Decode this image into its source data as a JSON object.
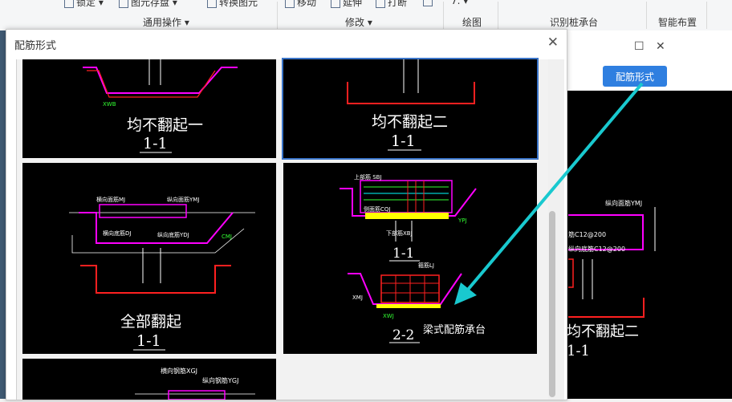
{
  "ribbon": {
    "items": [
      "锁定",
      "图元存盘",
      "转换图元",
      "移动",
      "延伸",
      "打断",
      "7."
    ],
    "groups": [
      "通用操作",
      "修改",
      "绘图",
      "识别桩承台",
      "智能布置"
    ]
  },
  "back_window": {
    "button_label": "配筋形式",
    "maximize": "☐",
    "close": "✕",
    "cad_title": "均不翻起二",
    "cad_section": "1-1",
    "cad_labels": [
      "纵向面筋YMJ",
      "纵向底筋C12@200",
      "筋C12@200"
    ]
  },
  "dialog": {
    "title": "配筋形式",
    "close": "✕",
    "tiles": [
      {
        "title": "均不翻起一",
        "section": "1-1",
        "labels": [
          "XWB"
        ]
      },
      {
        "title": "均不翻起二",
        "section": "1-1",
        "labels": []
      },
      {
        "title": "全部翻起",
        "section": "1-1",
        "labels": [
          "横向面筋MJ",
          "纵向面筋YMJ",
          "横向底筋DJ",
          "纵向底筋YDJ",
          "CMJ"
        ]
      },
      {
        "title": "梁式配筋承台",
        "section": "1-1",
        "section2": "2-2",
        "labels": [
          "上部筋 SBJ",
          "侧面筋CQJ",
          "下部筋XBJ",
          "YPJ",
          "箍筋LJ",
          "XMJ",
          "XWJ"
        ]
      },
      {
        "title": "",
        "section": "",
        "labels": [
          "横向钢筋XGJ",
          "纵向钢筋YGJ"
        ]
      }
    ]
  },
  "colors": {
    "accent": "#2f7fe0",
    "cyan": "#19c9cf",
    "magenta": "#ff00ff",
    "red": "#ff2020"
  }
}
